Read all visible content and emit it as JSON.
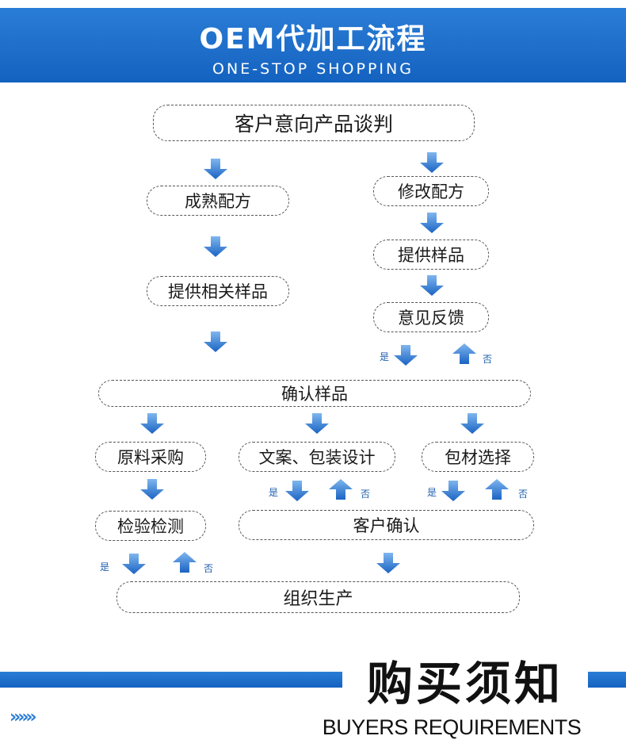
{
  "header": {
    "title": "OEM代加工流程",
    "subtitle": "ONE-STOP SHOPPING"
  },
  "flow": {
    "start": "客户意向产品谈判",
    "left_formula": "成熟配方",
    "left_samples": "提供相关样品",
    "right_modify": "修改配方",
    "right_samples": "提供样品",
    "right_feedback": "意见反馈",
    "confirm_samples": "确认样品",
    "materials": "原料采购",
    "design": "文案、包装设计",
    "packaging": "包材选择",
    "inspection": "检验检测",
    "customer_confirm": "客户确认",
    "production": "组织生产"
  },
  "decision": {
    "yes": "是",
    "no": "否"
  },
  "footer": {
    "chevrons": "»»»",
    "title": "购买须知",
    "subtitle": "BUYERS REQUIREMENTS"
  },
  "colors": {
    "header_blue": "#1f6ecb",
    "arrow_blue": "#2a7dd6",
    "border": "#555555"
  }
}
